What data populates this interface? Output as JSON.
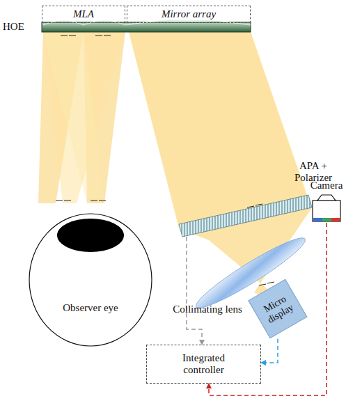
{
  "diagram": {
    "nodes": [
      {
        "text": [
          "MLA"
        ]
      },
      {
        "text": [
          "Mirror array"
        ]
      },
      {
        "text": [
          "Observer eye"
        ]
      },
      {
        "text": [
          "APA + Polarizer"
        ]
      },
      {
        "text": [
          "Micro display"
        ]
      },
      {
        "text": [
          "Camera"
        ]
      },
      {
        "text": [
          "Integrated controller"
        ]
      }
    ],
    "edges": [
      {
        "from": 3,
        "to": 6,
        "arrow": "to"
      },
      {
        "from": 4,
        "to": 6,
        "arrow": "to"
      },
      {
        "from": 5,
        "to": 6,
        "arrow": "to"
      }
    ],
    "labels": [
      "HOE",
      "Collimating lens"
    ]
  }
}
